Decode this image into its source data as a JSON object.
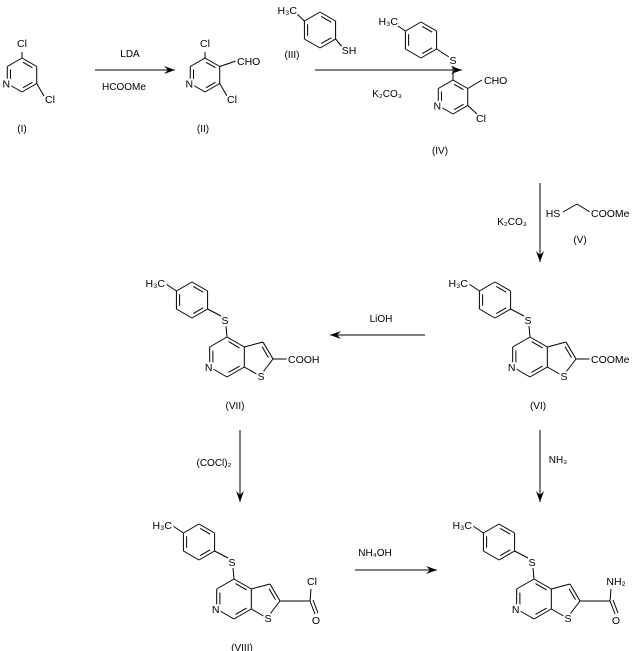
{
  "compounds": {
    "I": "(I)",
    "II": "(II)",
    "III": "(III)",
    "IV": "(IV)",
    "V": "(V)",
    "VI": "(VI)",
    "VII": "(VII)",
    "VIII": "(VIII)"
  },
  "atoms": {
    "cl": "Cl",
    "n": "N",
    "s": "S",
    "cho": "CHO",
    "sh": "SH",
    "hs": "HS",
    "h3c": "H₃C",
    "coome": "COOMe",
    "cooh": "COOH",
    "o": "O",
    "nh2": "NH₂"
  },
  "reagents": {
    "lda": "LDA",
    "hcoome": "HCOOMe",
    "k2co3": "K₂CO₃",
    "lioh": "LiOH",
    "cocl2": "(COCl)₂",
    "nh3": "NH₃",
    "nh4oh": "NH₄OH"
  }
}
